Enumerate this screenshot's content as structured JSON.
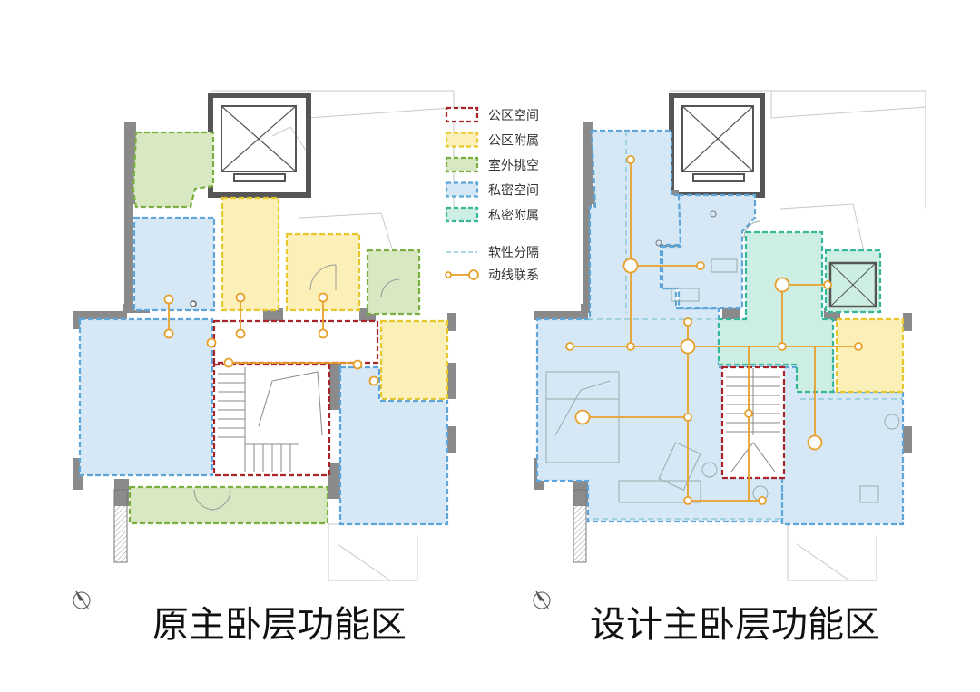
{
  "legend": {
    "items": [
      {
        "key": "public",
        "label": "公区空间",
        "color": "#a8232a",
        "fill": "none"
      },
      {
        "key": "public_aux",
        "label": "公区附属",
        "color": "#e8c72c",
        "fill": "#fbf0b8"
      },
      {
        "key": "outdoor",
        "label": "室外挑空",
        "color": "#7caf42",
        "fill": "#d7e8c2"
      },
      {
        "key": "private",
        "label": "私密空间",
        "color": "#5ea6da",
        "fill": "#d6e8f5"
      },
      {
        "key": "private_aux",
        "label": "私密附属",
        "color": "#36b79a",
        "fill": "#cdeee2"
      }
    ],
    "soft_partition": "软性分隔",
    "circulation": "动线联系"
  },
  "colors": {
    "wall": "#888888",
    "circulation": "#e8a02c",
    "soft_partition": "#8fc9d8",
    "lines": "#bbbbbb"
  },
  "plans": {
    "left_caption": "原主卧层功能区",
    "right_caption": "设计主卧层功能区"
  }
}
